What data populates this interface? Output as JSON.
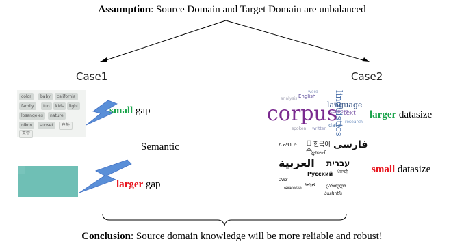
{
  "assumption": {
    "label": "Assumption",
    "text": ": Source Domain and Target Domain are unbalanced"
  },
  "case1": {
    "label": "Case1"
  },
  "case2": {
    "label": "Case2"
  },
  "case1_rows": {
    "small_gap": {
      "emph": "small",
      "rest": " gap"
    },
    "larger_gap": {
      "emph": "larger",
      "rest": " gap"
    }
  },
  "semantic": "Semantic",
  "case2_rows": {
    "larger_datasize": {
      "emph": "larger",
      "rest": " datasize"
    },
    "small_datasize": {
      "emph": "small",
      "rest": " datasize"
    }
  },
  "tags": [
    "color",
    "baby",
    "california",
    "family",
    "fun",
    "kids",
    "light",
    "losangeles",
    "nature",
    "nikon",
    "sunset",
    "户外",
    "天空"
  ],
  "word_cloud": {
    "main": "corpus",
    "words": [
      "linguistics",
      "language",
      "English",
      "text",
      "data",
      "corpora",
      "word",
      "analysis",
      "research",
      "spoken",
      "written"
    ]
  },
  "language_cloud": {
    "words": [
      "ᐃᓄᒃᑎᑐᑦ",
      "日本",
      "한국어",
      "فارسی",
      "ગુજરાતી",
      "العربية",
      "עברית",
      "Русский",
      "ਪੰਜਾਬੀ",
      "ᏣᎳᎩ",
      "ꦧꦱꦗꦮ",
      "ქართული",
      "Հայերեն",
      "ᠮᠣᠩᠭᠣᠯ"
    ]
  },
  "conclusion": {
    "label": "Conclusion",
    "text": ": Source domain knowledge will be more reliable and robust!"
  },
  "colors": {
    "green": "#1aa34a",
    "red": "#e8161f",
    "lightning_fill": "#5a8fd8",
    "mosaic_teal": "#7cc5bd"
  }
}
